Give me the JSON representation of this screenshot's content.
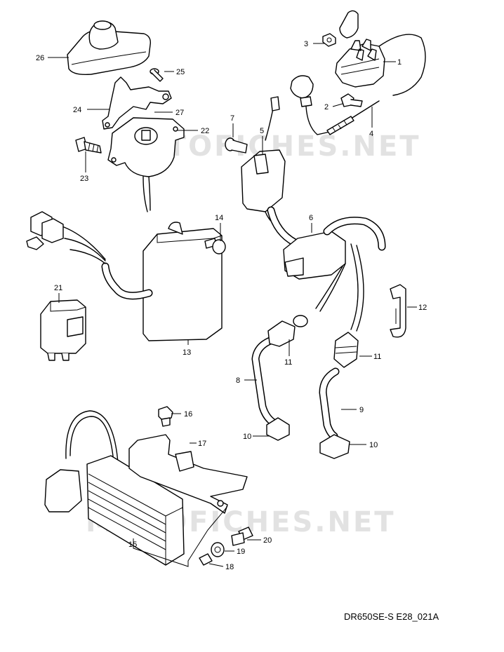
{
  "watermark": "MOTOFICHES.NET",
  "reference_code": "DR650SE-S E28_021A",
  "callouts": {
    "c1": "1",
    "c2": "2",
    "c3": "3",
    "c4": "4",
    "c5": "5",
    "c6": "6",
    "c7": "7",
    "c8": "8",
    "c9": "9",
    "c10a": "10",
    "c10b": "10",
    "c11a": "11",
    "c11b": "11",
    "c12": "12",
    "c13": "13",
    "c14": "14",
    "c15": "15",
    "c16": "16",
    "c17": "17",
    "c18": "18",
    "c19": "19",
    "c20": "20",
    "c21": "21",
    "c22": "22",
    "c23": "23",
    "c24": "24",
    "c25": "25",
    "c26": "26",
    "c27": "27"
  }
}
